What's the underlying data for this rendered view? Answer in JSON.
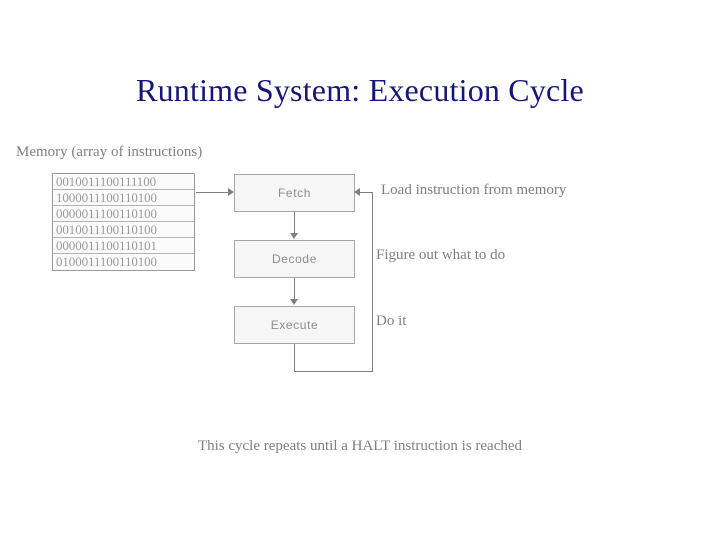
{
  "slide": {
    "title": "Runtime System: Execution Cycle",
    "memory_caption": "Memory (array of instructions)",
    "footnote": "This cycle repeats until a HALT instruction is reached",
    "memory_rows": [
      "0010011100111100",
      "1000011100110100",
      "0000011100110100",
      "0010011100110100",
      "0000011100110101",
      "0100011100110100"
    ],
    "stages": [
      {
        "box_label": "Fetch",
        "description": "Load instruction from memory"
      },
      {
        "box_label": "Decode",
        "description": "Figure out what to do"
      },
      {
        "box_label": "Execute",
        "description": "Do it"
      }
    ],
    "colors": {
      "title": "#16167a",
      "body_text": "#808080",
      "box_fill": "#f6f6f6",
      "box_border": "#a6a6a6",
      "connector": "#7f7f7f",
      "background": "#ffffff"
    }
  }
}
